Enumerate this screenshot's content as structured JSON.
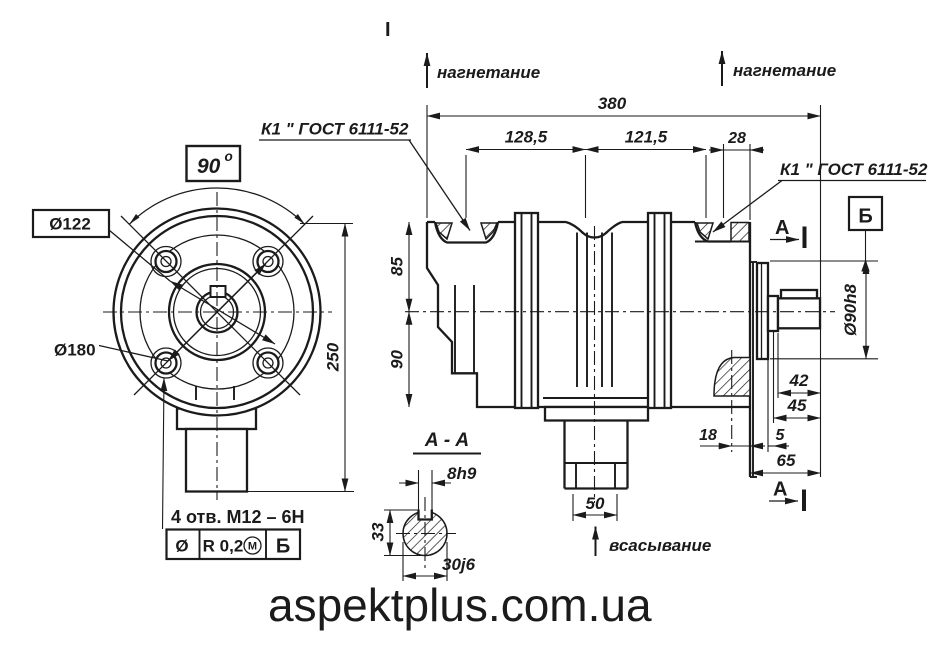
{
  "watermark": {
    "text": "aspektplus.com.ua",
    "color": "#3a3110"
  },
  "line_color": "#1b1b1b",
  "view_front": {
    "angle": "90",
    "angle_sup": "o",
    "dia_spigot": "Ø122",
    "dia_bolt_circle": "Ø180",
    "height": "250",
    "bolt_note": "4 отв. М12 – 6Н",
    "fcf": {
      "symbol": "Ø",
      "value": "R 0,2",
      "modifier": "М",
      "datum": "Б"
    }
  },
  "view_side": {
    "mark_top": "I",
    "discharge_left": "нагнетание",
    "discharge_right": "нагнетание",
    "suction": "всасывание",
    "thread_left": "К1 \" ГОСТ 6111-52",
    "thread_right": "К1 \" ГОСТ 6111-52",
    "dim_total": "380",
    "dim_port1": "128,5",
    "dim_port2": "121,5",
    "dim_28": "28",
    "dim_85": "85",
    "dim_90": "90",
    "dim_shaft_dia": "Ø90h8",
    "dim_42": "42",
    "dim_45": "45",
    "dim_18": "18",
    "dim_5": "5",
    "dim_65": "65",
    "dim_50": "50",
    "datum_label": "Б",
    "section_arrow": "А"
  },
  "section_aa": {
    "title": "А - А",
    "key_width": "8h9",
    "height": "33",
    "shaft_dia": "30j6"
  }
}
